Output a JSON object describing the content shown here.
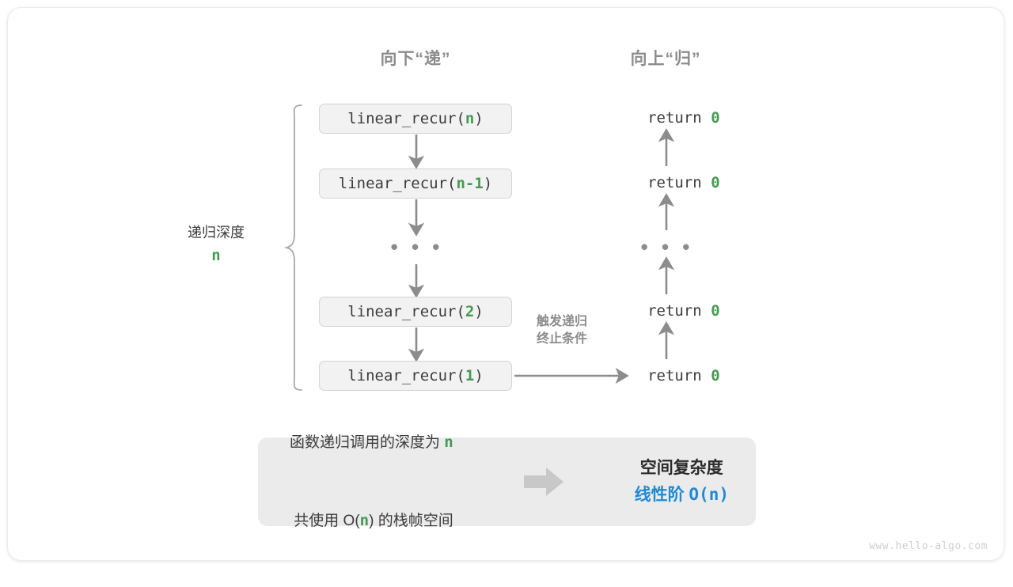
{
  "headings": {
    "down": "向下“递”",
    "up": "向上“归”"
  },
  "call_stack": [
    {
      "name": "call-box-n",
      "prefix": "linear_recur(",
      "arg": "n",
      "suffix": ")"
    },
    {
      "name": "call-box-n1",
      "prefix": "linear_recur(",
      "arg": "n-1",
      "suffix": ")"
    },
    {
      "name": "call-box-2",
      "prefix": "linear_recur(",
      "arg": "2",
      "suffix": ")"
    },
    {
      "name": "call-box-1",
      "prefix": "linear_recur(",
      "arg": "1",
      "suffix": ")"
    }
  ],
  "returns": [
    {
      "text": "return ",
      "value": "0"
    },
    {
      "text": "return ",
      "value": "0"
    },
    {
      "text": "return ",
      "value": "0"
    },
    {
      "text": "return ",
      "value": "0"
    }
  ],
  "ellipsis": "• • •",
  "depth": {
    "title": "递归深度",
    "value": "n"
  },
  "trigger": {
    "line1": "触发递归",
    "line2": "终止条件"
  },
  "summary": {
    "left_line1_a": "函数递归调用的深度为 ",
    "left_line1_n": "n",
    "left_line2_a": "共使用 O(",
    "left_line2_n": "n",
    "left_line2_b": ") 的栈帧空间",
    "arrow_icon": "right-block-arrow-icon",
    "right_title": "空间复杂度",
    "right_value_label": "线性阶 ",
    "right_value_expr": "O(n)"
  },
  "watermark": "www.hello-algo.com",
  "colors": {
    "accent_green": "#459a52",
    "accent_blue": "#1f8ad4",
    "gray_text": "#8c8c8c",
    "box_fill": "#f2f2f2",
    "panel_fill": "#ebebeb",
    "arrow_gray": "#8c8c8c"
  }
}
